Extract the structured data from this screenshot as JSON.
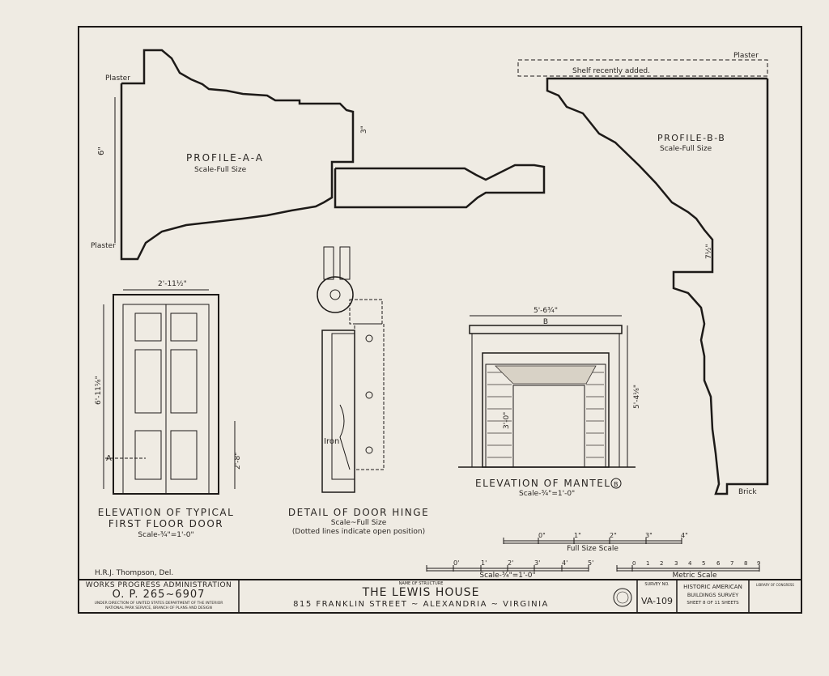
{
  "profile_a": {
    "title": "PROFILE-A-A",
    "scale": "Scale-Full Size",
    "plaster_top": "Plaster",
    "plaster_bottom": "Plaster",
    "dim_height": "6\"",
    "dim_small": "3\""
  },
  "profile_b": {
    "title": "PROFILE-B-B",
    "scale": "Scale-Full Size",
    "plaster": "Plaster",
    "shelf_note": "Shelf recently added.",
    "brick": "Brick",
    "dim": "7½\""
  },
  "door": {
    "title_line1": "ELEVATION OF TYPICAL",
    "title_line2": "FIRST FLOOR DOOR",
    "scale": "Scale-¾\"=1'-0\"",
    "width_dim": "2'-11½\"",
    "height_dim": "6'-11⅝\"",
    "lower_dim": "2'-8\"",
    "section_mark": "A"
  },
  "hinge": {
    "title": "DETAIL OF DOOR HINGE",
    "scale": "Scale~Full Size",
    "note": "(Dotted lines indicate open position)",
    "label": "Iron"
  },
  "mantel": {
    "title": "ELEVATION OF MANTEL",
    "mark": "B",
    "scale": "Scale-¾\"=1'-0\"",
    "width_dim": "5'-6¾\"",
    "height_dim": "5'-4⅛\"",
    "opening_dim": "3'-0\""
  },
  "scales": {
    "full_size": {
      "label": "Full Size Scale",
      "ticks": [
        "0\"",
        "1\"",
        "2\"",
        "3\"",
        "4\""
      ]
    },
    "three_quarter": {
      "label": "Scale-¾\"=1'-0\"",
      "ticks": [
        "0'",
        "1'",
        "2'",
        "3'",
        "4'",
        "5'"
      ]
    },
    "metric": {
      "label": "Metric Scale",
      "ticks": [
        "0",
        "1",
        "2",
        "3",
        "4",
        "5",
        "6",
        "7",
        "8",
        "9"
      ]
    }
  },
  "delineator": "H.R.J. Thompson, Del.",
  "title_block": {
    "agency": "WORKS PROGRESS ADMINISTRATION",
    "op_number": "O. P. 265~6907",
    "direction_line1": "UNDER DIRECTION OF UNITED STATES DEPARTMENT OF THE INTERIOR",
    "direction_line2": "NATIONAL PARK SERVICE, BRANCH OF PLANS AND DESIGN",
    "name_label": "NAME OF STRUCTURE",
    "structure_name": "THE LEWIS HOUSE",
    "address": "815 FRANKLIN STREET ~ ALEXANDRIA ~ VIRGINIA",
    "survey_label": "SURVEY NO.",
    "survey_no": "VA-109",
    "program_line1": "HISTORIC AMERICAN",
    "program_line2": "BUILDINGS SURVEY",
    "sheet": "SHEET 8 OF 11 SHEETS",
    "library": "LIBRARY OF CONGRESS"
  }
}
